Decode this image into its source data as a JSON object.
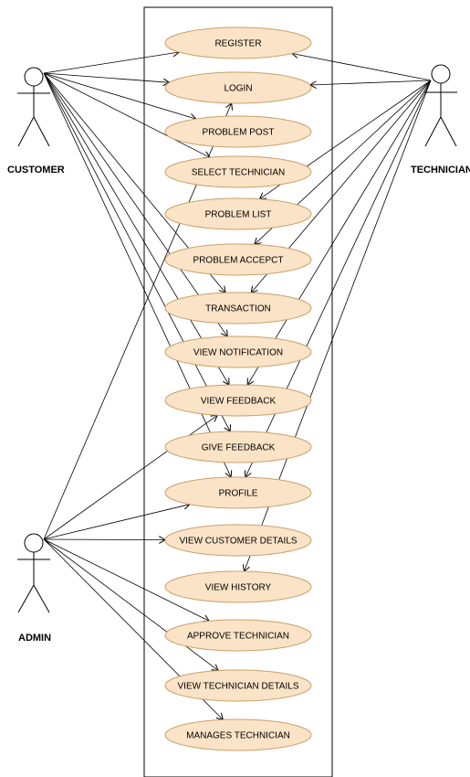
{
  "actors": {
    "customer": "CUSTOMER",
    "technician": "TECHNICIAN",
    "admin": "ADMIN"
  },
  "use_cases": [
    "REGISTER",
    "LOGIN",
    "PROBLEM POST",
    "SELECT TECHNICIAN",
    "PROBLEM LIST",
    "PROBLEM ACCEPCT",
    "TRANSACTION",
    "VIEW NOTIFICATION",
    "VIEW FEEDBACK",
    "GIVE FEEDBACK",
    "PROFILE",
    "VIEW CUSTOMER DETAILS",
    "VIEW HISTORY",
    "APPROVE TECHNICIAN",
    "VIEW TECHNICIAN DETAILS",
    "MANAGES TECHNICIAN"
  ],
  "associations": {
    "customer": [
      0,
      1,
      2,
      3,
      6,
      7,
      8,
      9,
      10
    ],
    "technician": [
      0,
      1,
      4,
      5,
      6,
      8,
      10,
      12
    ],
    "admin": [
      1,
      8,
      10,
      11,
      13,
      14,
      15
    ]
  },
  "colors": {
    "use_case_fill": "#fbe3c7",
    "use_case_stroke": "#c9a06a",
    "line": "#000000"
  }
}
